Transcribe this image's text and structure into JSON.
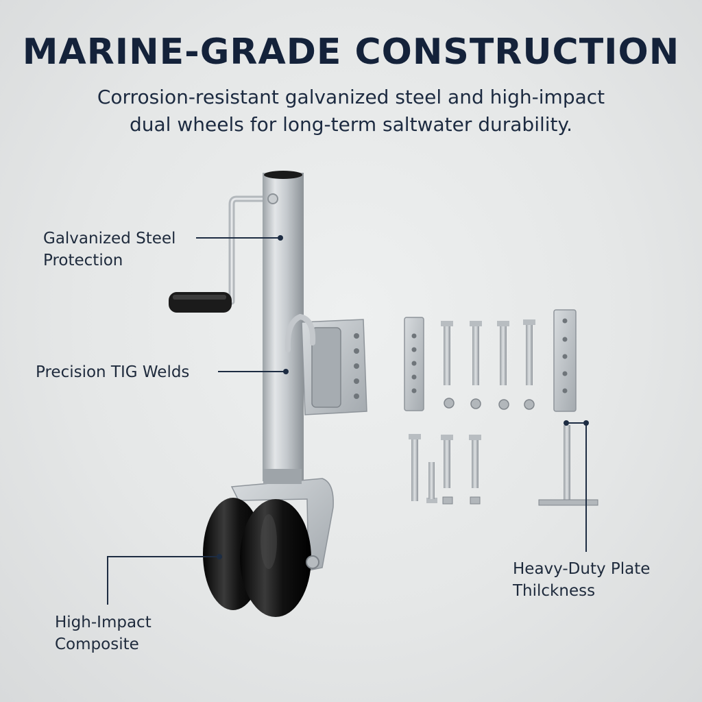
{
  "header": {
    "title": "MARINE-GRADE CONSTRUCTION",
    "subtitle_line1": "Corrosion-resistant galvanized steel and high-impact",
    "subtitle_line2": "dual wheels for long-term saltwater durability."
  },
  "callouts": {
    "galvanized": {
      "line1": "Galvanized Steel",
      "line2": "Protection"
    },
    "welds": {
      "line1": "Precision TIG Welds"
    },
    "composite": {
      "line1": "High-Impact",
      "line2": "Composite"
    },
    "plate": {
      "line1": "Heavy-Duty Plate",
      "line2": "Thilckness"
    }
  },
  "colors": {
    "background": "#e5e7e7",
    "text": "#14223a",
    "leader_line": "#1d2c42",
    "steel": "#b9bec2",
    "wheel": "#121212"
  }
}
